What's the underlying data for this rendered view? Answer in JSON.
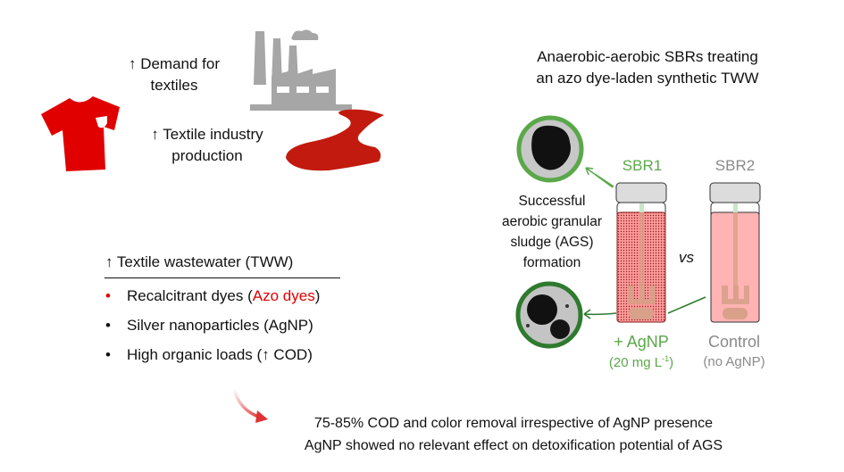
{
  "left_top": {
    "demand_text_line1": "↑ Demand for",
    "demand_text_line2": "textiles",
    "production_text_line1": "↑ Textile industry",
    "production_text_line2": "production",
    "icons": [
      "tshirt-icon",
      "factory-icon",
      "wastewater-stream-icon"
    ]
  },
  "tww_box": {
    "heading": "↑ Textile wastewater (TWW)",
    "items": [
      {
        "bullet": "•",
        "text": "Recalcitrant dyes (",
        "highlight": "Azo dyes",
        "suffix": ")",
        "bullet_color": "#e00000"
      },
      {
        "bullet": "•",
        "text": "Silver nanoparticles (AgNP)"
      },
      {
        "bullet": "•",
        "text": "High organic loads (↑ COD)"
      }
    ]
  },
  "right_panel": {
    "title_line1": "Anaerobic-aerobic SBRs treating",
    "title_line2": "an azo dye-laden synthetic TWW",
    "ags_text_line1": "Successful",
    "ags_text_line2": "aerobic granular",
    "ags_text_line3": "sludge (AGS)",
    "ags_text_line4": "formation",
    "vs_label": "vs",
    "reactors": [
      {
        "name": "SBR1",
        "label": "+ AgNP",
        "sublabel": "(20 mg L",
        "sup": "-1",
        "sublabel_end": ")",
        "color": "#5aa84a"
      },
      {
        "name": "SBR2",
        "label": "Control",
        "sublabel": "(no AgNP)",
        "color": "#8a8a8a"
      }
    ]
  },
  "conclusion": {
    "line1": "75-85% COD and color removal irrespective of AgNP presence",
    "line2": "AgNP showed no relevant effect on detoxification potential of AGS"
  },
  "colors": {
    "accent_red": "#e00000",
    "stream_red": "#c21a0e",
    "factory_grey": "#a6a6a6",
    "sbr1_green": "#5aa84a",
    "sbr2_grey": "#8a8a8a",
    "liquid_pink": "#ffb3b3"
  }
}
